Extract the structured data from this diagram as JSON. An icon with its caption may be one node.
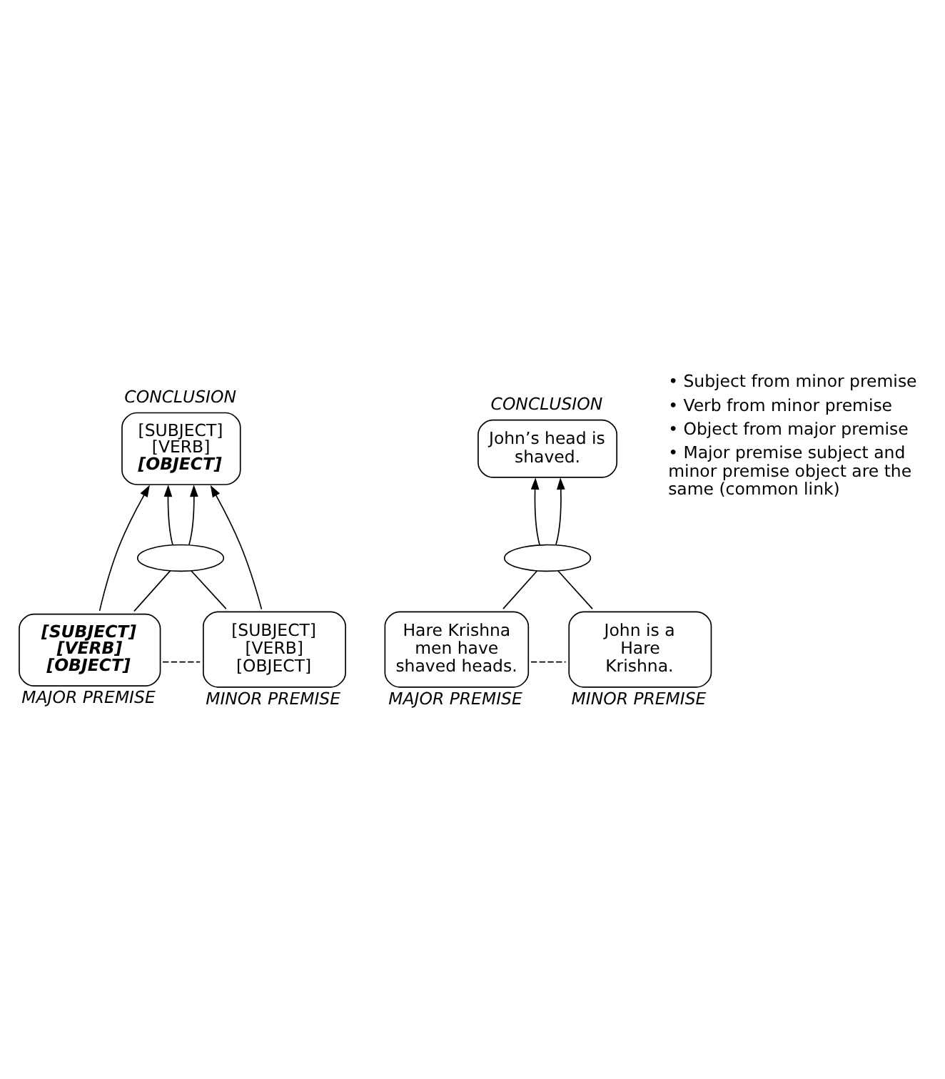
{
  "diagram": {
    "nodes": [
      {
        "text": [
          "[SUBJECT]",
          "[VERB]",
          "[OBJECT]"
        ],
        "beside": [
          "CONCLUSION"
        ]
      },
      {
        "text": [],
        "shape": "ellipse"
      },
      {
        "text": [
          "[SUBJECT]",
          "[VERB]",
          "[OBJECT]"
        ],
        "beside": [
          "MAJOR PREMISE"
        ]
      },
      {
        "text": [
          "[SUBJECT]",
          "[VERB]",
          "[OBJECT]"
        ],
        "beside": [
          "MINOR PREMISE"
        ]
      },
      {
        "text": [
          "John’s head is shaved."
        ],
        "beside": [
          "CONCLUSION"
        ]
      },
      {
        "text": [],
        "shape": "ellipse"
      },
      {
        "text": [
          "Hare Krishna men have shaved heads."
        ],
        "beside": [
          "MAJOR PREMISE"
        ]
      },
      {
        "text": [
          "John is a Hare Krishna."
        ],
        "beside": [
          "MINOR PREMISE"
        ]
      }
    ],
    "edges": [
      {
        "from": 2,
        "to": 1,
        "arrow": "none"
      },
      {
        "from": 3,
        "to": 1,
        "arrow": "none"
      },
      {
        "from": 1,
        "to": 0,
        "arrow": "to"
      },
      {
        "from": 1,
        "to": 0,
        "arrow": "to"
      },
      {
        "from": 2,
        "to": 0,
        "arrow": "to"
      },
      {
        "from": 3,
        "to": 0,
        "arrow": "to"
      },
      {
        "from": 2,
        "to": 3,
        "arrow": "none",
        "style": "dashed"
      },
      {
        "from": 6,
        "to": 5,
        "arrow": "none"
      },
      {
        "from": 7,
        "to": 5,
        "arrow": "none"
      },
      {
        "from": 5,
        "to": 4,
        "arrow": "to"
      },
      {
        "from": 5,
        "to": 4,
        "arrow": "to"
      },
      {
        "from": 6,
        "to": 7,
        "arrow": "none",
        "style": "dashed"
      }
    ],
    "labels": [
      "• Subject from minor premise",
      "• Verb from minor premise",
      "• Object from major premise",
      "• Major premise subject and minor premise object are the same (common link)"
    ]
  }
}
